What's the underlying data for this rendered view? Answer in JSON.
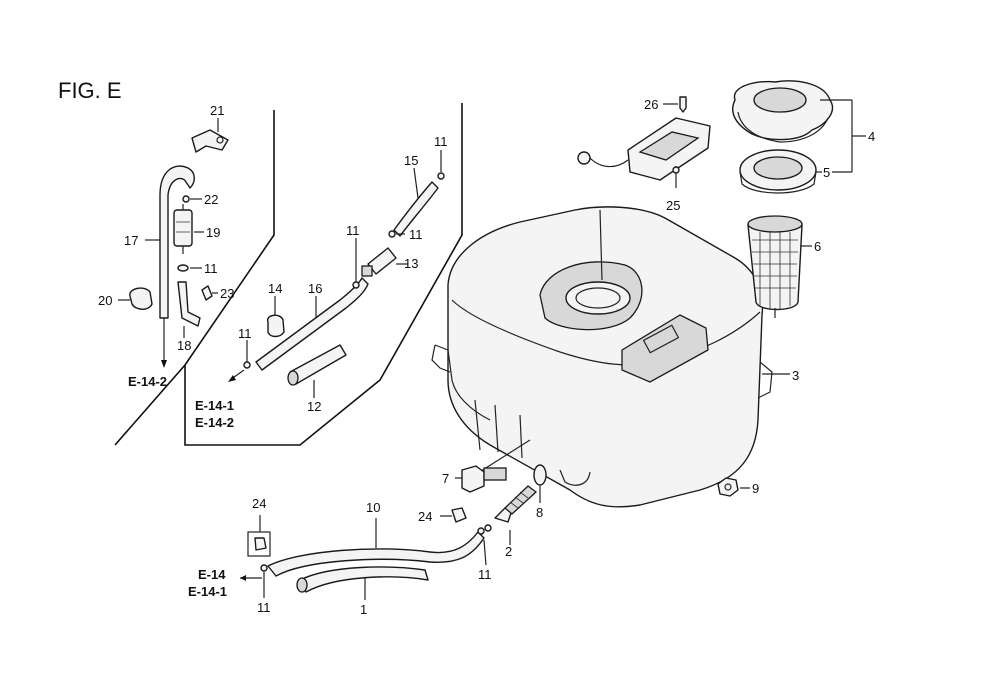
{
  "figure": {
    "title": "FIG. E"
  },
  "parts": [
    {
      "id": "p1",
      "number": "1"
    },
    {
      "id": "p2",
      "number": "2"
    },
    {
      "id": "p3",
      "number": "3"
    },
    {
      "id": "p4",
      "number": "4"
    },
    {
      "id": "p5",
      "number": "5"
    },
    {
      "id": "p6",
      "number": "6"
    },
    {
      "id": "p7",
      "number": "7"
    },
    {
      "id": "p8",
      "number": "8"
    },
    {
      "id": "p9",
      "number": "9"
    },
    {
      "id": "p10",
      "number": "10"
    },
    {
      "id": "p11a",
      "number": "11"
    },
    {
      "id": "p11b",
      "number": "11"
    },
    {
      "id": "p11c",
      "number": "11"
    },
    {
      "id": "p11d",
      "number": "11"
    },
    {
      "id": "p11e",
      "number": "11"
    },
    {
      "id": "p11f",
      "number": "11"
    },
    {
      "id": "p11g",
      "number": "11"
    },
    {
      "id": "p11h",
      "number": "11"
    },
    {
      "id": "p12",
      "number": "12"
    },
    {
      "id": "p13",
      "number": "13"
    },
    {
      "id": "p14",
      "number": "14"
    },
    {
      "id": "p15",
      "number": "15"
    },
    {
      "id": "p16",
      "number": "16"
    },
    {
      "id": "p17",
      "number": "17"
    },
    {
      "id": "p18",
      "number": "18"
    },
    {
      "id": "p19",
      "number": "19"
    },
    {
      "id": "p20",
      "number": "20"
    },
    {
      "id": "p21",
      "number": "21"
    },
    {
      "id": "p22",
      "number": "22"
    },
    {
      "id": "p23",
      "number": "23"
    },
    {
      "id": "p24a",
      "number": "24"
    },
    {
      "id": "p24b",
      "number": "24"
    },
    {
      "id": "p25",
      "number": "25"
    },
    {
      "id": "p26",
      "number": "26"
    }
  ],
  "references": [
    {
      "id": "ref-e142-left",
      "text": "E-14-2"
    },
    {
      "id": "ref-e141",
      "text": "E-14-1"
    },
    {
      "id": "ref-e142",
      "text": "E-14-2"
    },
    {
      "id": "ref-e14",
      "text": "E-14"
    },
    {
      "id": "ref-e141-bottom",
      "text": "E-14-1"
    }
  ]
}
